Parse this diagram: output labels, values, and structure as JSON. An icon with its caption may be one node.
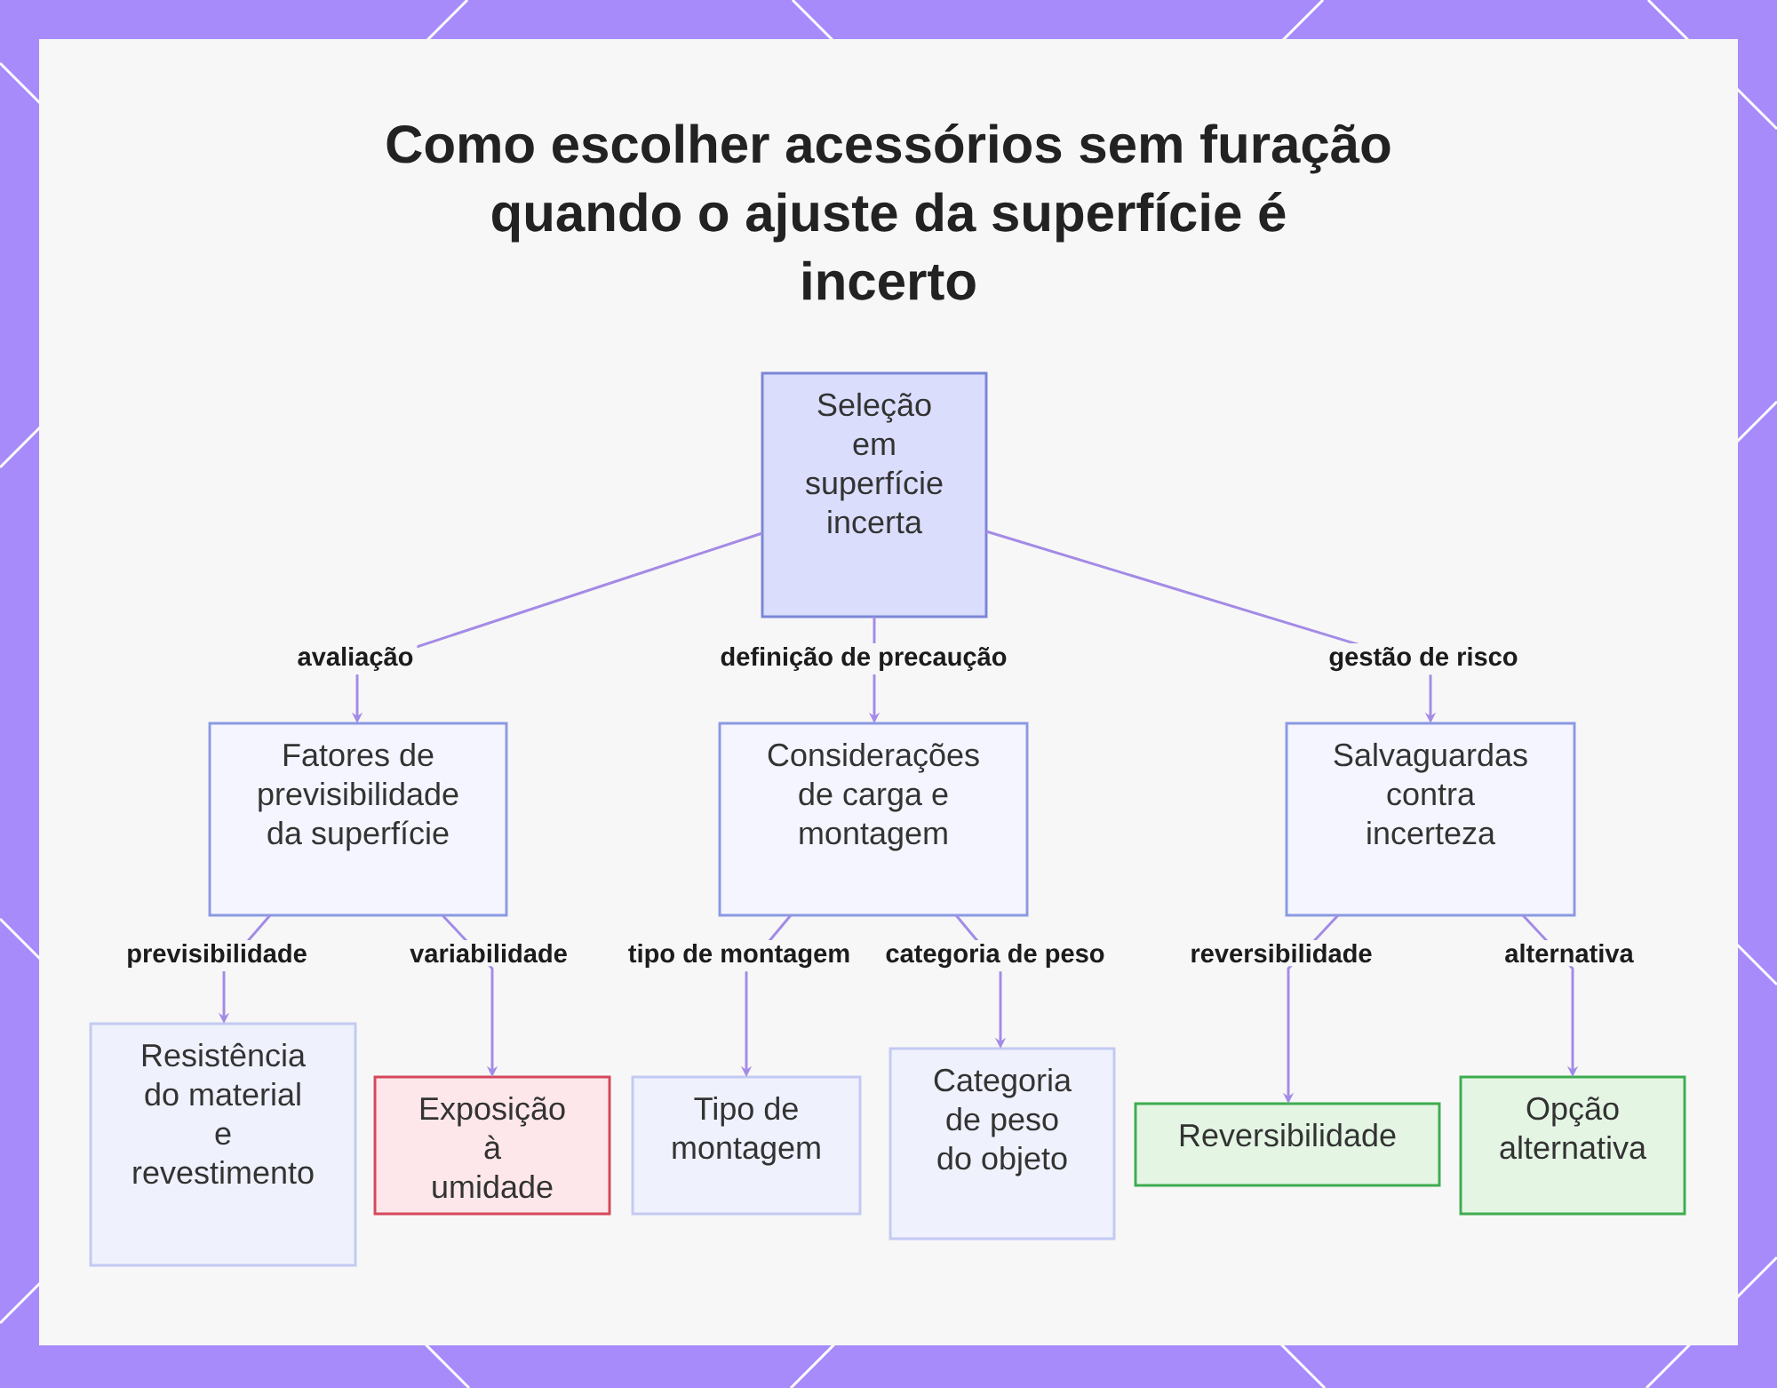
{
  "diagram": {
    "title": "Como escolher acessórios sem furação quando o ajuste da superfície é incerto",
    "nodes": [
      {
        "text": [
          "Seleção em superfície incerta"
        ]
      },
      {
        "text": [
          "Fatores de previsibilidade da superfície"
        ]
      },
      {
        "text": [
          "Considerações de carga e montagem"
        ]
      },
      {
        "text": [
          "Salvaguardas contra incerteza"
        ]
      },
      {
        "text": [
          "Resistência do material e revestimento"
        ]
      },
      {
        "text": [
          "Exposição à umidade"
        ]
      },
      {
        "text": [
          "Tipo de montagem"
        ]
      },
      {
        "text": [
          "Categoria de peso do objeto"
        ]
      },
      {
        "text": [
          "Reversibilidade"
        ]
      },
      {
        "text": [
          "Opção alternativa"
        ]
      }
    ],
    "edges": [
      {
        "from": 0,
        "to": 1,
        "arrow": "to",
        "label": "avaliação"
      },
      {
        "from": 0,
        "to": 2,
        "arrow": "to",
        "label": "definição de precaução"
      },
      {
        "from": 0,
        "to": 3,
        "arrow": "to",
        "label": "gestão de risco"
      },
      {
        "from": 1,
        "to": 4,
        "arrow": "to",
        "label": "previsibilidade"
      },
      {
        "from": 1,
        "to": 5,
        "arrow": "to",
        "label": "variabilidade"
      },
      {
        "from": 2,
        "to": 6,
        "arrow": "to",
        "label": "tipo de montagem"
      },
      {
        "from": 2,
        "to": 7,
        "arrow": "to",
        "label": "categoria de peso"
      },
      {
        "from": 3,
        "to": 8,
        "arrow": "to",
        "label": "reversibilidade"
      },
      {
        "from": 3,
        "to": 9,
        "arrow": "to",
        "label": "alternativa"
      }
    ]
  }
}
